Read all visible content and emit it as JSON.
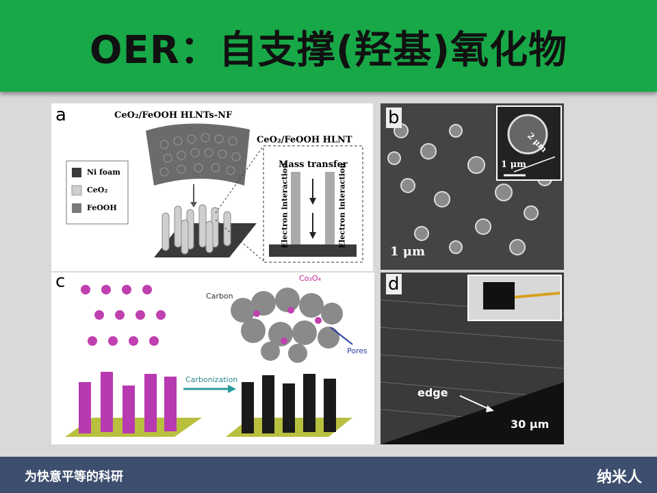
{
  "slide": {
    "title": "OER：自支撑(羟基)氧化物",
    "footer_left": "为快意平等的科研",
    "footer_right": "纳米人",
    "header_color": "#18a848",
    "footer_color": "#3e4e6e"
  },
  "panel_a": {
    "label": "a",
    "top_title": "CeO₂/FeOOH  HLNTs-NF",
    "hlnt_title": "CeO₂/FeOOH HLNT",
    "mass_transfer": "Mass transfer",
    "electron_left": "Electron interaction",
    "electron_right": "Electron interaction",
    "legend": [
      {
        "label": "Ni foam",
        "color": "#3a3a3a"
      },
      {
        "label": "CeO₂",
        "color": "#cfcfcf"
      },
      {
        "label": "FeOOH",
        "color": "#7a7a7a"
      }
    ]
  },
  "panel_b": {
    "label": "b",
    "scale_main": "1 μm",
    "inset_scale": "1 μm",
    "inset_measure": "2 μm"
  },
  "panel_c": {
    "label": "c",
    "carbon": "Carbon",
    "co3o4": "Co₃O₄",
    "pores": "Pores",
    "carbonization": "Carbonization"
  },
  "panel_d": {
    "label": "d",
    "edge": "edge",
    "scale": "30 μm"
  }
}
